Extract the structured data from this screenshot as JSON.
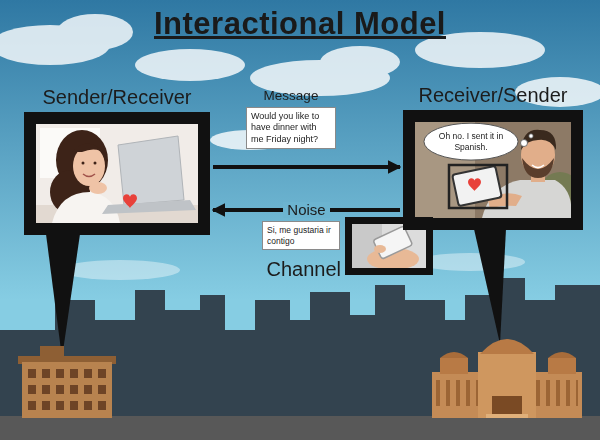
{
  "diagram": {
    "title": "Interactional Model",
    "nodes": [
      {
        "text": [
          "Sender/Receiver"
        ]
      },
      {
        "text": [
          "Message",
          "Would you like to have dinner with me Friday night?"
        ]
      },
      {
        "text": [
          "Receiver/Sender"
        ]
      },
      {
        "text": [
          "Oh no. I sent it in Spanish."
        ],
        "in": 2
      },
      {
        "text": [
          "Si, me gustaria ir contigo"
        ]
      },
      {
        "text": [
          "Channel"
        ]
      }
    ],
    "edges": [
      {
        "from": 0,
        "to": 2,
        "arrow": "to"
      },
      {
        "from": 2,
        "to": 0,
        "label": "Noise",
        "arrow": "to"
      }
    ]
  }
}
